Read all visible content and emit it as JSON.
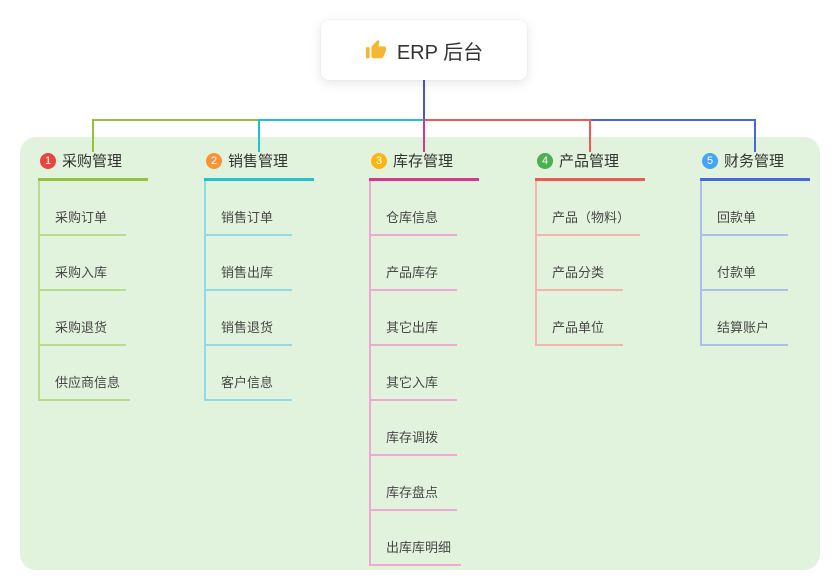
{
  "root": {
    "label": "ERP 后台",
    "icon": "thumbs-up-icon",
    "icon_color": "#f5b731"
  },
  "colors": {
    "canvas_bg": "#ffffff",
    "panel_bg": "#e2f3dd",
    "root_line": "#4457d2",
    "text": "#333333"
  },
  "branches": [
    {
      "badge": "1",
      "badge_color": "#e9443d",
      "label": "采购管理",
      "color": "#93c13d",
      "light": "#b8db8c",
      "children": [
        "采购订单",
        "采购入库",
        "采购退货",
        "供应商信息"
      ]
    },
    {
      "badge": "2",
      "badge_color": "#f79438",
      "label": "销售管理",
      "color": "#23c0d4",
      "light": "#8fdce8",
      "children": [
        "销售订单",
        "销售出库",
        "销售退货",
        "客户信息"
      ]
    },
    {
      "badge": "3",
      "badge_color": "#fcb614",
      "label": "库存管理",
      "color": "#d6368f",
      "light": "#efa8d2",
      "children": [
        "仓库信息",
        "产品库存",
        "其它出库",
        "其它入库",
        "库存调拨",
        "库存盘点",
        "出库库明细"
      ]
    },
    {
      "badge": "4",
      "badge_color": "#4caf50",
      "label": "产品管理",
      "color": "#ee5a52",
      "light": "#f6b3ae",
      "children": [
        "产品（物料）",
        "产品分类",
        "产品单位"
      ]
    },
    {
      "badge": "5",
      "badge_color": "#42a5f5",
      "label": "财务管理",
      "color": "#4668df",
      "light": "#aabfec",
      "children": [
        "回款单",
        "付款单",
        "结算账户"
      ]
    }
  ]
}
